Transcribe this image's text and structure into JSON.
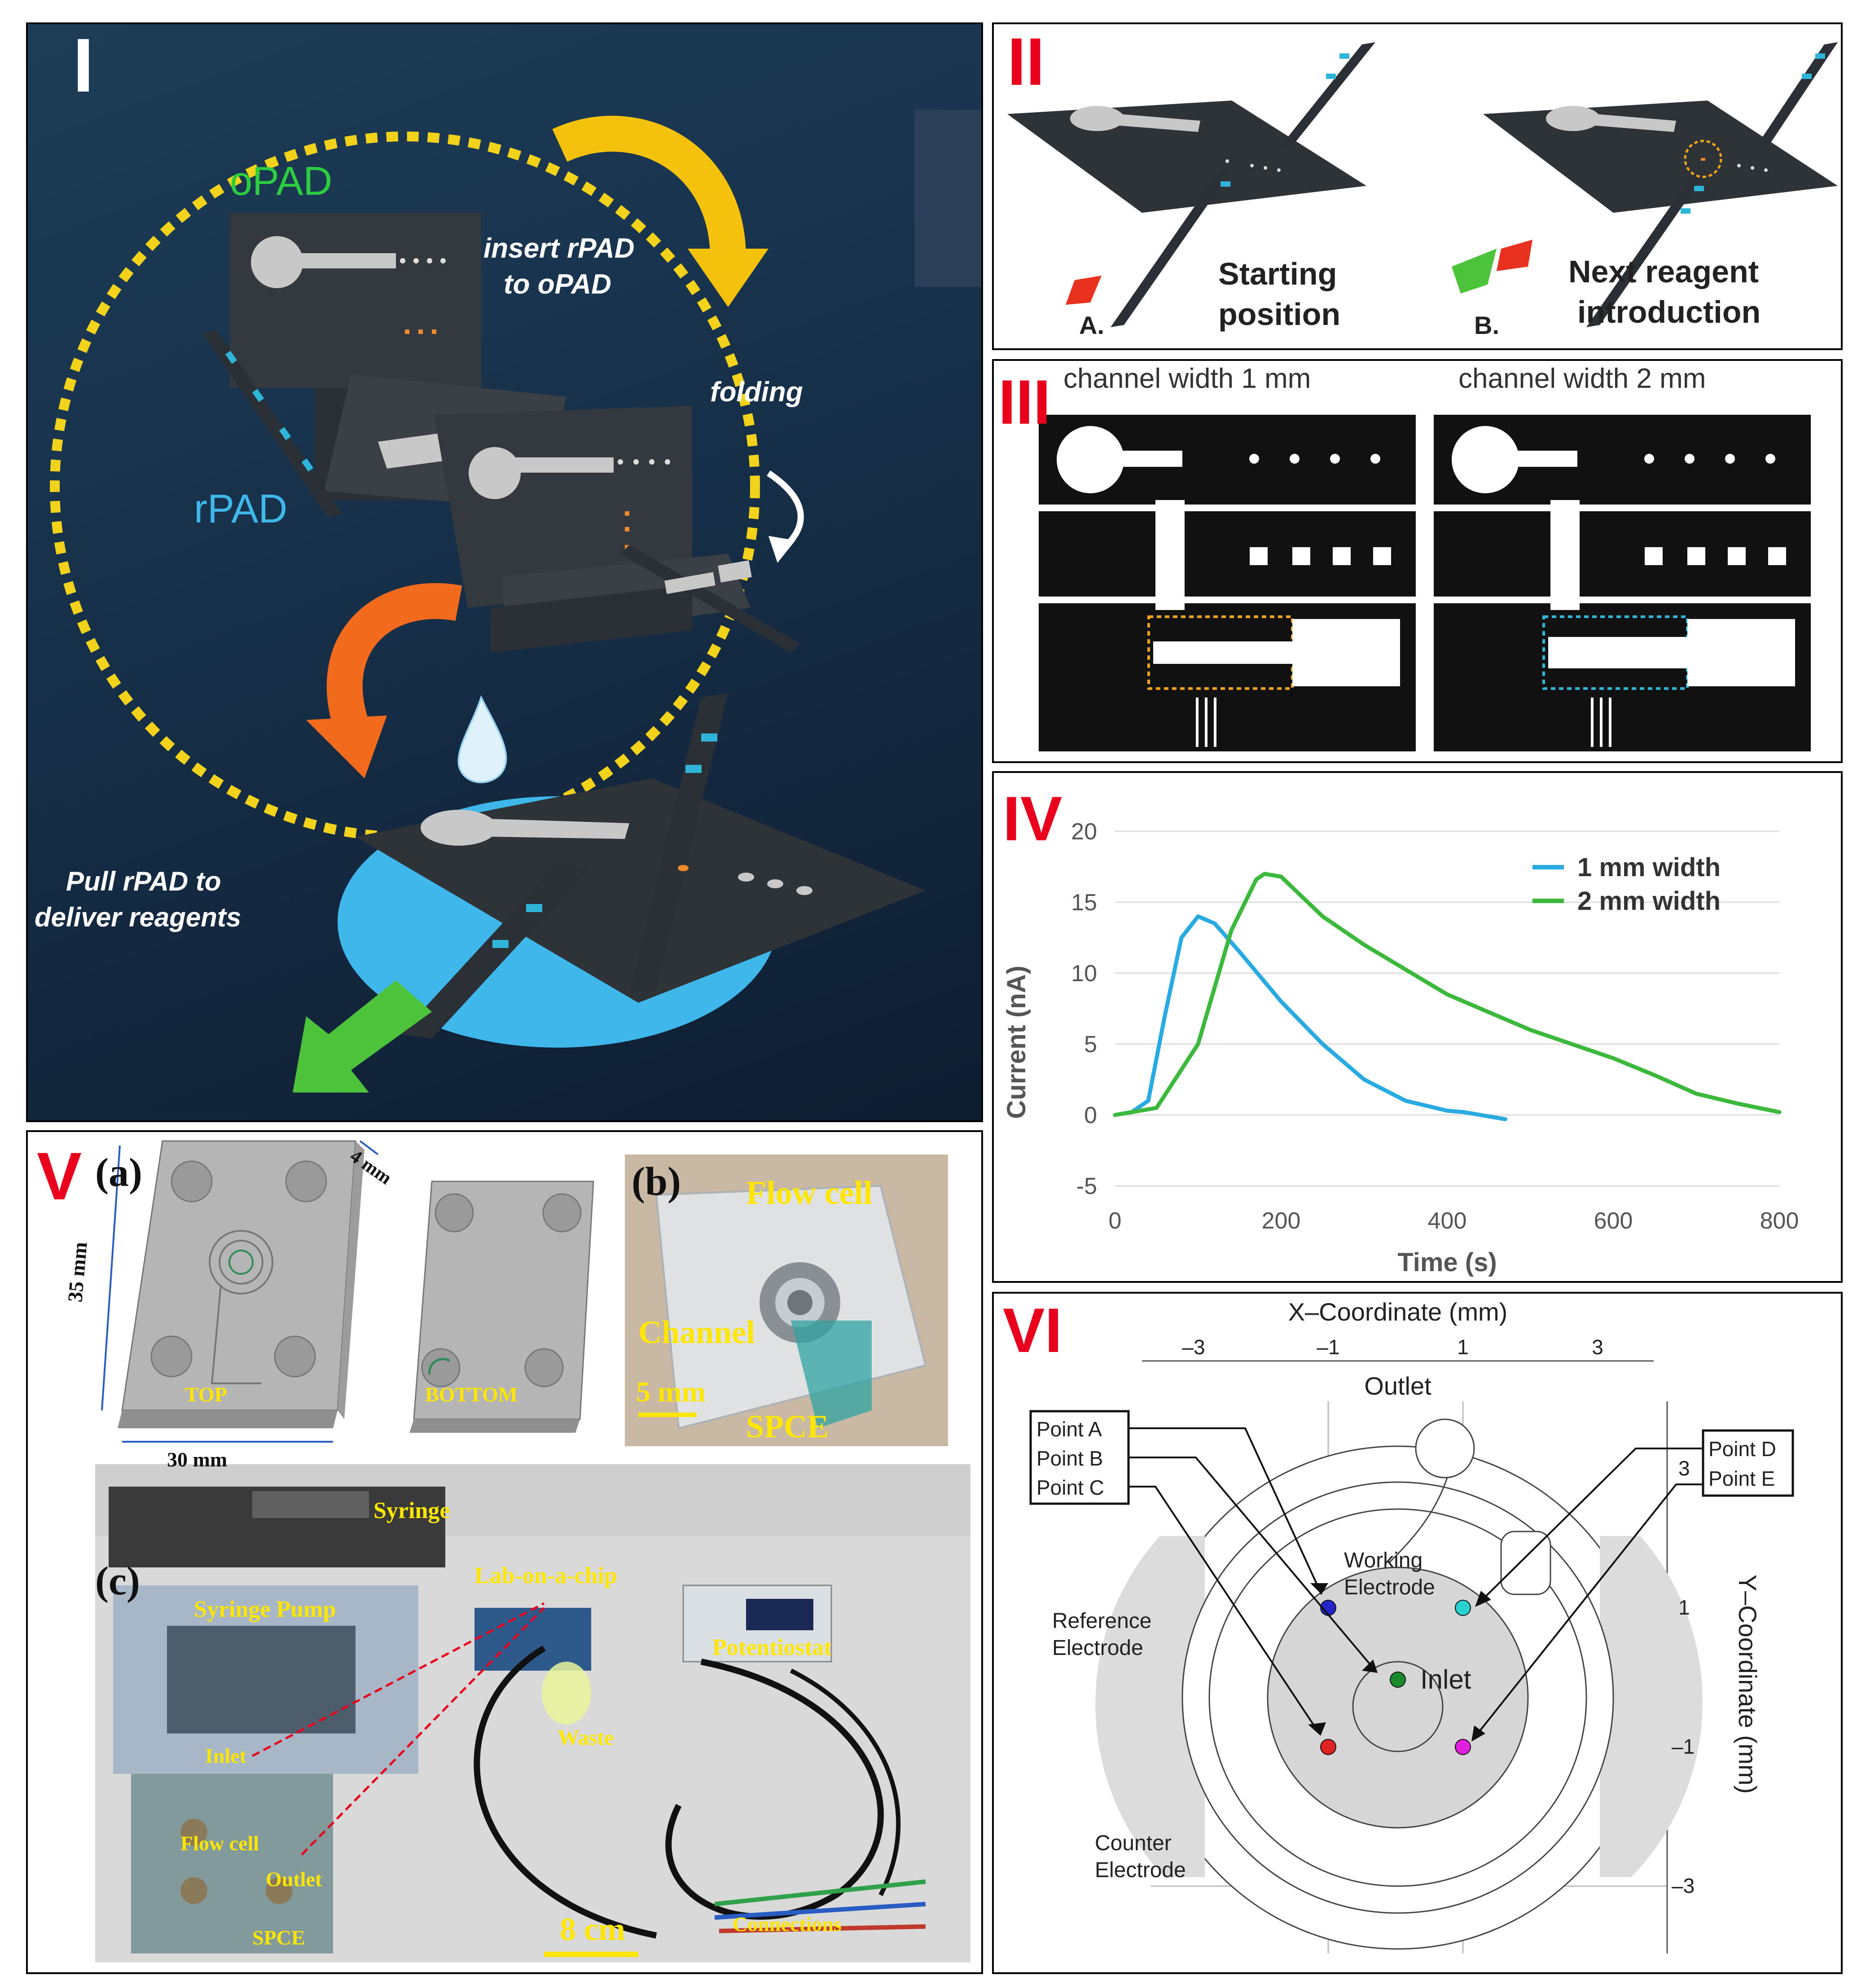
{
  "panel_I": {
    "label": "I",
    "opad": "oPAD",
    "rpad": "rPAD",
    "insert_line1": "insert rPAD",
    "insert_line2": "to oPAD",
    "folding": "folding",
    "pull_line1": "Pull rPAD to",
    "pull_line2": "deliver reagents"
  },
  "panel_II": {
    "label": "II",
    "a_letter": "A.",
    "a_line1": "Starting",
    "a_line2": "position",
    "b_letter": "B.",
    "b_line1": "Next reagent",
    "b_line2": "introduction"
  },
  "panel_III": {
    "label": "III",
    "left_title": "channel width 1 mm",
    "right_title": "channel width 2 mm"
  },
  "panel_IV": {
    "label": "IV",
    "chart_data": {
      "type": "line",
      "xlabel": "Time (s)",
      "ylabel": "Current (nA)",
      "xlim": [
        0,
        800
      ],
      "ylim": [
        -5,
        20
      ],
      "xticks": [
        "0",
        "200",
        "400",
        "600",
        "800"
      ],
      "yticks": [
        "-5",
        "0",
        "5",
        "10",
        "15",
        "20"
      ],
      "grid": true,
      "legend_position": "top-right",
      "series": [
        {
          "name": "1 mm width",
          "color": "#29abe2",
          "x": [
            0,
            20,
            40,
            60,
            80,
            100,
            120,
            150,
            200,
            250,
            300,
            350,
            400,
            420,
            440,
            470
          ],
          "y": [
            0,
            0.2,
            1,
            7,
            12.5,
            14,
            13.5,
            11.5,
            8,
            5,
            2.5,
            1,
            0.3,
            0.2,
            0,
            -0.3
          ]
        },
        {
          "name": "2 mm width",
          "color": "#3cb83c",
          "x": [
            0,
            50,
            100,
            140,
            170,
            180,
            200,
            250,
            300,
            400,
            500,
            600,
            650,
            700,
            750,
            800
          ],
          "y": [
            0,
            0.5,
            5,
            13,
            16.6,
            17,
            16.8,
            14,
            12,
            8.5,
            6,
            4,
            2.8,
            1.5,
            0.8,
            0.2
          ]
        }
      ]
    }
  },
  "panel_V": {
    "label": "V",
    "a": "(a)",
    "b": "(b)",
    "c": "(c)",
    "dim_4mm": "4 mm",
    "dim_35mm": "35 mm",
    "dim_30mm": "30 mm",
    "top": "TOP",
    "bottom": "BOTTOM",
    "flow_cell": "Flow cell",
    "channel": "Channel",
    "scale_5mm": "5 mm",
    "spce": "SPCE",
    "syringe": "Syringe",
    "syringe_pump": "Syringe Pump",
    "lab_on_chip": "Lab-on-a-chip",
    "potentiostat": "Potentiostat",
    "waste": "Waste",
    "inlet": "Inlet",
    "flow_cell_small": "Flow cell",
    "outlet": "Outlet",
    "spce_small": "SPCE",
    "scale_8cm": "8 cm",
    "connections": "Connections"
  },
  "panel_VI": {
    "label": "VI",
    "x_axis": "X–Coordinate (mm)",
    "y_axis": "Y–Coordinate (mm)",
    "x_ticks": [
      "–3",
      "–1",
      "1",
      "3"
    ],
    "y_ticks": [
      "3",
      "1",
      "–1",
      "–3"
    ],
    "outlet": "Outlet",
    "point_a": "Point A",
    "point_b": "Point B",
    "point_c": "Point C",
    "point_d": "Point D",
    "point_e": "Point E",
    "working_1": "Working",
    "working_2": "Electrode",
    "reference_1": "Reference",
    "reference_2": "Electrode",
    "counter_1": "Counter",
    "counter_2": "Electrode",
    "inlet": "Inlet"
  }
}
